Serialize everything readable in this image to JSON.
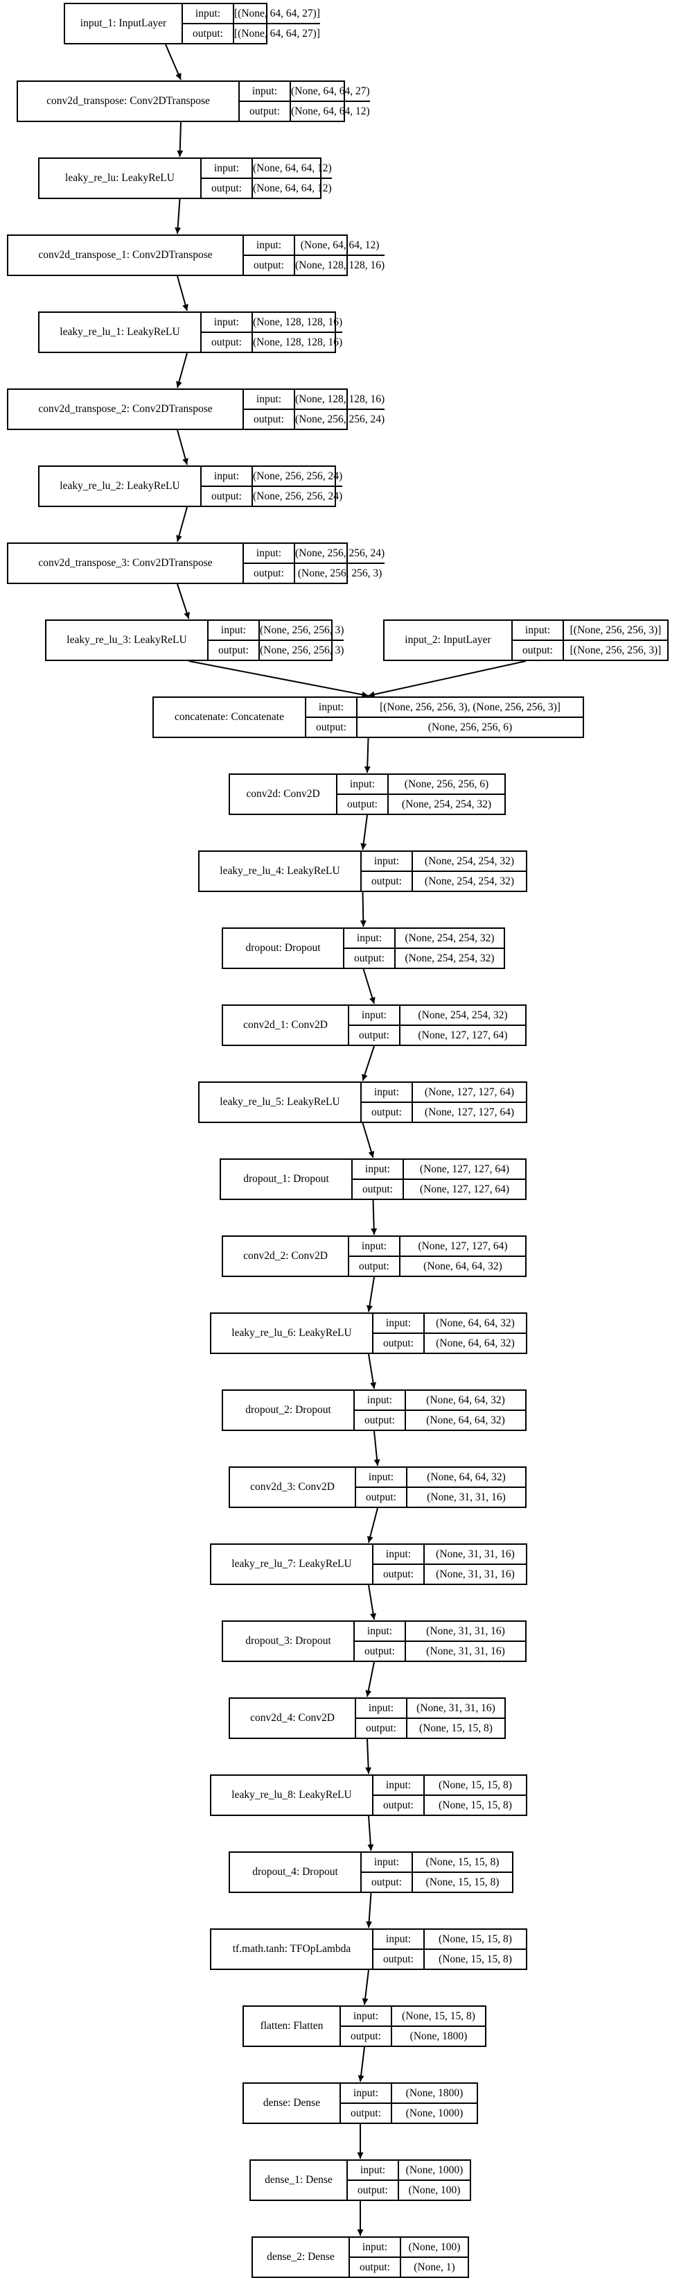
{
  "labels": {
    "input": "input:",
    "output": "output:"
  },
  "nodes": [
    {
      "id": "input_1",
      "name": "input_1: InputLayer",
      "input": "[(None, 64, 64, 27)]",
      "output": "[(None, 64, 64, 27)]"
    },
    {
      "id": "conv2d_transpose",
      "name": "conv2d_transpose: Conv2DTranspose",
      "input": "(None, 64, 64, 27)",
      "output": "(None, 64, 64, 12)"
    },
    {
      "id": "leaky_re_lu",
      "name": "leaky_re_lu: LeakyReLU",
      "input": "(None, 64, 64, 12)",
      "output": "(None, 64, 64, 12)"
    },
    {
      "id": "conv2d_transpose_1",
      "name": "conv2d_transpose_1: Conv2DTranspose",
      "input": "(None, 64, 64, 12)",
      "output": "(None, 128, 128, 16)"
    },
    {
      "id": "leaky_re_lu_1",
      "name": "leaky_re_lu_1: LeakyReLU",
      "input": "(None, 128, 128, 16)",
      "output": "(None, 128, 128, 16)"
    },
    {
      "id": "conv2d_transpose_2",
      "name": "conv2d_transpose_2: Conv2DTranspose",
      "input": "(None, 128, 128, 16)",
      "output": "(None, 256, 256, 24)"
    },
    {
      "id": "leaky_re_lu_2",
      "name": "leaky_re_lu_2: LeakyReLU",
      "input": "(None, 256, 256, 24)",
      "output": "(None, 256, 256, 24)"
    },
    {
      "id": "conv2d_transpose_3",
      "name": "conv2d_transpose_3: Conv2DTranspose",
      "input": "(None, 256, 256, 24)",
      "output": "(None, 256, 256, 3)"
    },
    {
      "id": "leaky_re_lu_3",
      "name": "leaky_re_lu_3: LeakyReLU",
      "input": "(None, 256, 256, 3)",
      "output": "(None, 256, 256, 3)"
    },
    {
      "id": "input_2",
      "name": "input_2: InputLayer",
      "input": "[(None, 256, 256, 3)]",
      "output": "[(None, 256, 256, 3)]"
    },
    {
      "id": "concatenate",
      "name": "concatenate: Concatenate",
      "input": "[(None, 256, 256, 3), (None, 256, 256, 3)]",
      "output": "(None, 256, 256, 6)"
    },
    {
      "id": "conv2d",
      "name": "conv2d: Conv2D",
      "input": "(None, 256, 256, 6)",
      "output": "(None, 254, 254, 32)"
    },
    {
      "id": "leaky_re_lu_4",
      "name": "leaky_re_lu_4: LeakyReLU",
      "input": "(None, 254, 254, 32)",
      "output": "(None, 254, 254, 32)"
    },
    {
      "id": "dropout",
      "name": "dropout: Dropout",
      "input": "(None, 254, 254, 32)",
      "output": "(None, 254, 254, 32)"
    },
    {
      "id": "conv2d_1",
      "name": "conv2d_1: Conv2D",
      "input": "(None, 254, 254, 32)",
      "output": "(None, 127, 127, 64)"
    },
    {
      "id": "leaky_re_lu_5",
      "name": "leaky_re_lu_5: LeakyReLU",
      "input": "(None, 127, 127, 64)",
      "output": "(None, 127, 127, 64)"
    },
    {
      "id": "dropout_1",
      "name": "dropout_1: Dropout",
      "input": "(None, 127, 127, 64)",
      "output": "(None, 127, 127, 64)"
    },
    {
      "id": "conv2d_2",
      "name": "conv2d_2: Conv2D",
      "input": "(None, 127, 127, 64)",
      "output": "(None, 64, 64, 32)"
    },
    {
      "id": "leaky_re_lu_6",
      "name": "leaky_re_lu_6: LeakyReLU",
      "input": "(None, 64, 64, 32)",
      "output": "(None, 64, 64, 32)"
    },
    {
      "id": "dropout_2",
      "name": "dropout_2: Dropout",
      "input": "(None, 64, 64, 32)",
      "output": "(None, 64, 64, 32)"
    },
    {
      "id": "conv2d_3",
      "name": "conv2d_3: Conv2D",
      "input": "(None, 64, 64, 32)",
      "output": "(None, 31, 31, 16)"
    },
    {
      "id": "leaky_re_lu_7",
      "name": "leaky_re_lu_7: LeakyReLU",
      "input": "(None, 31, 31, 16)",
      "output": "(None, 31, 31, 16)"
    },
    {
      "id": "dropout_3",
      "name": "dropout_3: Dropout",
      "input": "(None, 31, 31, 16)",
      "output": "(None, 31, 31, 16)"
    },
    {
      "id": "conv2d_4",
      "name": "conv2d_4: Conv2D",
      "input": "(None, 31, 31, 16)",
      "output": "(None, 15, 15, 8)"
    },
    {
      "id": "leaky_re_lu_8",
      "name": "leaky_re_lu_8: LeakyReLU",
      "input": "(None, 15, 15, 8)",
      "output": "(None, 15, 15, 8)"
    },
    {
      "id": "dropout_4",
      "name": "dropout_4: Dropout",
      "input": "(None, 15, 15, 8)",
      "output": "(None, 15, 15, 8)"
    },
    {
      "id": "tf_math_tanh",
      "name": "tf.math.tanh: TFOpLambda",
      "input": "(None, 15, 15, 8)",
      "output": "(None, 15, 15, 8)"
    },
    {
      "id": "flatten",
      "name": "flatten: Flatten",
      "input": "(None, 15, 15, 8)",
      "output": "(None, 1800)"
    },
    {
      "id": "dense",
      "name": "dense: Dense",
      "input": "(None, 1800)",
      "output": "(None, 1000)"
    },
    {
      "id": "dense_1",
      "name": "dense_1: Dense",
      "input": "(None, 1000)",
      "output": "(None, 100)"
    },
    {
      "id": "dense_2",
      "name": "dense_2: Dense",
      "input": "(None, 100)",
      "output": "(None, 1)"
    }
  ],
  "edges": [
    [
      "input_1",
      "conv2d_transpose"
    ],
    [
      "conv2d_transpose",
      "leaky_re_lu"
    ],
    [
      "leaky_re_lu",
      "conv2d_transpose_1"
    ],
    [
      "conv2d_transpose_1",
      "leaky_re_lu_1"
    ],
    [
      "leaky_re_lu_1",
      "conv2d_transpose_2"
    ],
    [
      "conv2d_transpose_2",
      "leaky_re_lu_2"
    ],
    [
      "leaky_re_lu_2",
      "conv2d_transpose_3"
    ],
    [
      "conv2d_transpose_3",
      "leaky_re_lu_3"
    ],
    [
      "leaky_re_lu_3",
      "concatenate"
    ],
    [
      "input_2",
      "concatenate"
    ],
    [
      "concatenate",
      "conv2d"
    ],
    [
      "conv2d",
      "leaky_re_lu_4"
    ],
    [
      "leaky_re_lu_4",
      "dropout"
    ],
    [
      "dropout",
      "conv2d_1"
    ],
    [
      "conv2d_1",
      "leaky_re_lu_5"
    ],
    [
      "leaky_re_lu_5",
      "dropout_1"
    ],
    [
      "dropout_1",
      "conv2d_2"
    ],
    [
      "conv2d_2",
      "leaky_re_lu_6"
    ],
    [
      "leaky_re_lu_6",
      "dropout_2"
    ],
    [
      "dropout_2",
      "conv2d_3"
    ],
    [
      "conv2d_3",
      "leaky_re_lu_7"
    ],
    [
      "leaky_re_lu_7",
      "dropout_3"
    ],
    [
      "dropout_3",
      "conv2d_4"
    ],
    [
      "conv2d_4",
      "leaky_re_lu_8"
    ],
    [
      "leaky_re_lu_8",
      "dropout_4"
    ],
    [
      "dropout_4",
      "tf_math_tanh"
    ],
    [
      "tf_math_tanh",
      "flatten"
    ],
    [
      "flatten",
      "dense"
    ],
    [
      "dense",
      "dense_1"
    ],
    [
      "dense_1",
      "dense_2"
    ]
  ]
}
